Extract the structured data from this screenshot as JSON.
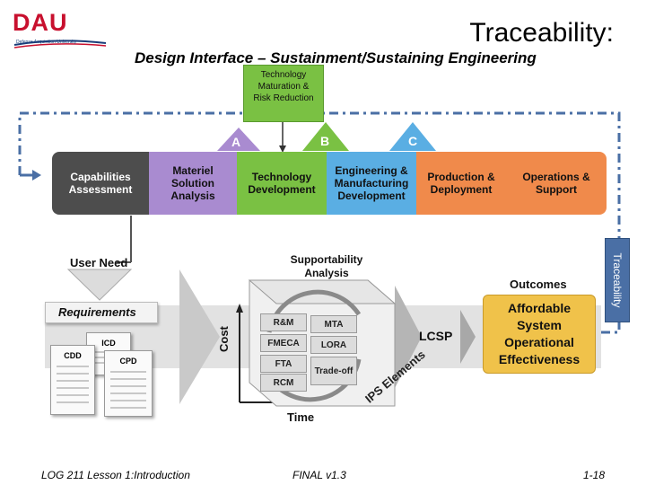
{
  "logo": {
    "text": "DAU",
    "subtitle": "Defense Acquisition University"
  },
  "title": "Traceability:",
  "subtitle": "Design Interface – Sustainment/Sustaining Engineering",
  "tech_maturation_box": "Technology Maturation & Risk Reduction",
  "milestones": [
    "A",
    "B",
    "C"
  ],
  "phases": [
    {
      "label": "Capabilities Assessment",
      "color": "#4d4d4d"
    },
    {
      "label": "Materiel Solution Analysis",
      "color": "#a98bd0"
    },
    {
      "label": "Technology Development",
      "color": "#7ac143"
    },
    {
      "label": "Engineering & Manufacturing Development",
      "color": "#5aaee3"
    },
    {
      "label": "Production & Deployment",
      "color": "#f08a4b"
    },
    {
      "label": "Operations & Support",
      "color": "#f08a4b"
    }
  ],
  "user_need": "User Need",
  "requirements": "Requirements",
  "documents": [
    "ICD",
    "CDD",
    "CPD"
  ],
  "supportability_analysis": "Supportability Analysis",
  "sa_cells": [
    "R&M",
    "MTA",
    "FMECA",
    "LORA",
    "FTA",
    "Trade-off",
    "RCM"
  ],
  "axis_cost": "Cost",
  "axis_time": "Time",
  "ips_elements": "IPS Elements",
  "lcsp": "LCSP",
  "outcomes": "Outcomes",
  "outcome_box": "Affordable System Operational Effectiveness",
  "traceability_tab": "Traceability",
  "footer": {
    "left": "LOG 211 Lesson 1:Introduction",
    "center": "FINAL v1.3",
    "right": "1-18"
  }
}
